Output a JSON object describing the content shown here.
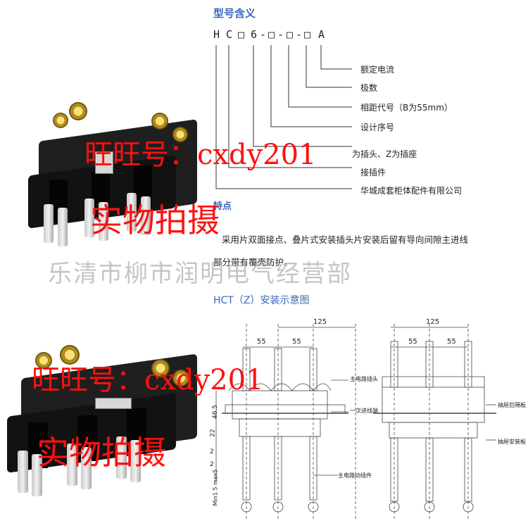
{
  "model": {
    "title": "型号含义",
    "code": [
      "H",
      "C",
      "□",
      "6",
      "-",
      "□",
      "-",
      "□",
      "-",
      "□",
      "A"
    ],
    "legend": [
      "额定电流",
      "极数",
      "相距代号（B为55mm）",
      "设计序号",
      "为插头、Z为插座",
      "接插件",
      "华城成套柜体配件有限公司"
    ]
  },
  "features": {
    "title": "特点",
    "line1": "采用片双面接点、叠片式安装插头片安装后留有导向间隙主进线",
    "line2": "部分带有覆壳防护。"
  },
  "diagram": {
    "title": "HCT（Z）安装示意图",
    "dim_125_left": "125",
    "dim_125_right": "125",
    "dim_55_a": "55",
    "dim_55_b": "55",
    "dim_55_c": "55",
    "dim_55_d": "55",
    "dim_46_5": "46.5",
    "dim_22": "22",
    "dim_2a": "2",
    "dim_2b": "2",
    "dim_min": "Min1.5 max5",
    "callout_1": "主电路插头",
    "callout_2": "一次进线端",
    "callout_3": "抽屉后隔板",
    "callout_4": "抽屉安装板",
    "callout_5": "主电路动插件"
  },
  "watermark": {
    "wangwang_1": "旺旺号：cxdy201",
    "photo_1": "实物拍摄",
    "shop_name": "乐清市柳市润明电气经营部",
    "wangwang_2": "旺旺号：cxdy201",
    "photo_2": "实物拍摄"
  }
}
